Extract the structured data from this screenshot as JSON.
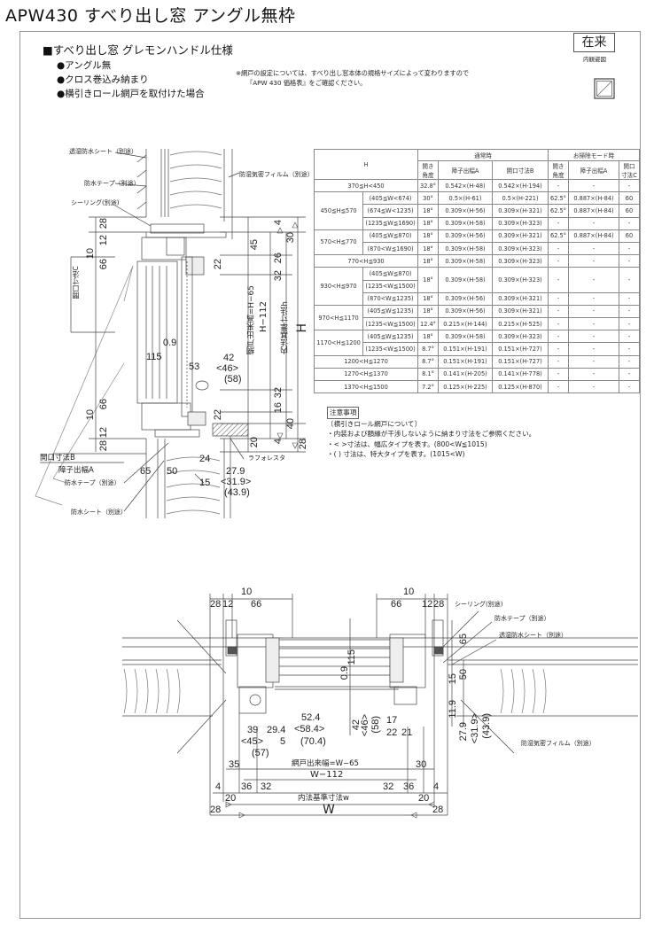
{
  "header": {
    "title": "APW430 すべり出し窓 アングル無枠",
    "subtitle": "■すべり出し窓 グレモンハンドル仕様",
    "bullets": [
      "●アングル無",
      "●クロス巻込み納まり",
      "●横引きロール網戸を取付けた場合"
    ],
    "note_line1": "※網戸の設定については、すべり出し窓本体の規格サイズによって変わりますので",
    "note_line2": "『APW 430 価格表』をご確認ください。",
    "badge": "在来",
    "view_label": "内観姿図"
  },
  "spec_table": {
    "h_header": "H",
    "group_normal": "通常時",
    "group_cleaning": "お掃除モード時",
    "col_angle": "開き角度",
    "col_sash_a": "障子出幅A",
    "col_open_b": "開口寸法B",
    "col_angle2": "開き角度",
    "col_sash_a2": "障子出幅A",
    "col_open_c": "開口寸法C",
    "rows": [
      {
        "h": "370≦H<450",
        "w": "",
        "angle": "32.8°",
        "a": "0.542×(H-48)",
        "b": "0.542×(H-194)",
        "angle2": "-",
        "a2": "-",
        "c": "-"
      },
      {
        "h": "450≦H≦570",
        "w": "(405≦W<674)",
        "angle": "30°",
        "a": "0.5×(H-61)",
        "b": "0.5×(H-221)",
        "angle2": "62.5°",
        "a2": "0.887×(H-84)",
        "c": "60"
      },
      {
        "h": "",
        "w": "(674≦W<1235)",
        "angle": "18°",
        "a": "0.309×(H-56)",
        "b": "0.309×(H-321)",
        "angle2": "62.5°",
        "a2": "0.887×(H-84)",
        "c": "60"
      },
      {
        "h": "",
        "w": "(1235≦W≦1690)",
        "angle": "18°",
        "a": "0.309×(H-58)",
        "b": "0.309×(H-323)",
        "angle2": "-",
        "a2": "-",
        "c": "-"
      },
      {
        "h": "570<H≦770",
        "w": "(405≦W≦870)",
        "angle": "18°",
        "a": "0.309×(H-56)",
        "b": "0.309×(H-321)",
        "angle2": "62.5°",
        "a2": "0.887×(H-84)",
        "c": "60"
      },
      {
        "h": "",
        "w": "(870<W≦1690)",
        "angle": "18°",
        "a": "0.309×(H-58)",
        "b": "0.309×(H-323)",
        "angle2": "-",
        "a2": "-",
        "c": "-"
      },
      {
        "h": "770<H≦930",
        "w": "",
        "angle": "18°",
        "a": "0.309×(H-58)",
        "b": "0.309×(H-323)",
        "angle2": "-",
        "a2": "-",
        "c": "-"
      },
      {
        "h": "930<H≦970",
        "w": "(405≦W≦870)",
        "angle": "18°",
        "a": "0.309×(H-58)",
        "b": "0.309×(H-323)",
        "angle2": "-",
        "a2": "-",
        "c": "-"
      },
      {
        "h": "",
        "w": "(1235<W≦1500)",
        "angle": "",
        "a": "",
        "b": "",
        "angle2": "",
        "a2": "",
        "c": ""
      },
      {
        "h": "",
        "w": "(870<W≦1235)",
        "angle": "18°",
        "a": "0.309×(H-56)",
        "b": "0.309×(H-321)",
        "angle2": "-",
        "a2": "-",
        "c": "-"
      },
      {
        "h": "970<H≦1170",
        "w": "(405≦W≦1235)",
        "angle": "18°",
        "a": "0.309×(H-56)",
        "b": "0.309×(H-321)",
        "angle2": "-",
        "a2": "-",
        "c": "-"
      },
      {
        "h": "",
        "w": "(1235<W≦1500)",
        "angle": "12.4°",
        "a": "0.215×(H-144)",
        "b": "0.215×(H-525)",
        "angle2": "-",
        "a2": "-",
        "c": "-"
      },
      {
        "h": "1170<H≦1200",
        "w": "(405≦W≦1235)",
        "angle": "18°",
        "a": "0.309×(H-58)",
        "b": "0.309×(H-323)",
        "angle2": "-",
        "a2": "-",
        "c": "-"
      },
      {
        "h": "",
        "w": "(1235<W≦1500)",
        "angle": "8.7°",
        "a": "0.151×(H-191)",
        "b": "0.151×(H-727)",
        "angle2": "-",
        "a2": "-",
        "c": "-"
      },
      {
        "h": "1200<H≦1270",
        "w": "",
        "angle": "8.7°",
        "a": "0.151×(H-191)",
        "b": "0.151×(H-727)",
        "angle2": "-",
        "a2": "-",
        "c": "-"
      },
      {
        "h": "1270<H≦1370",
        "w": "",
        "angle": "8.1°",
        "a": "0.141×(H-205)",
        "b": "0.141×(H-778)",
        "angle2": "-",
        "a2": "-",
        "c": "-"
      },
      {
        "h": "1370<H≦1500",
        "w": "",
        "angle": "7.2°",
        "a": "0.125×(H-225)",
        "b": "0.125×(H-870)",
        "angle2": "-",
        "a2": "-",
        "c": "-"
      }
    ]
  },
  "notes": {
    "heading": "注意事項",
    "sub": "〔横引きロール網戸について〕",
    "items": [
      "・内装および額縁が干渉しないように納まり寸法をご参照ください。",
      "・< >寸法は、幅広タイプを表す。(800<W≦1015)",
      "・( ) 寸法は、特大タイプを表す。(1015<W)"
    ]
  },
  "section_labels": {
    "moisture_sheet": "透湿防水シート（別途）",
    "waterproof_tape": "防水テープ（別途）",
    "sealing": "シーリング(別途)",
    "vapor_film": "防湿気密フィルム（別途）",
    "opening_c": "開口寸法C",
    "opening_b": "開口寸法B",
    "sash_a": "障子出幅A",
    "waterproof_tape2": "防水テープ（別途）",
    "waterproof_sheet": "防水シート（別途）",
    "lath": "ラフォレスタ",
    "screen_h": "網戸出来高=H−65",
    "h112": "H−112",
    "inner_h": "内法基準寸法h",
    "H": "H"
  },
  "vertical_dims": {
    "d28a": "28",
    "d12a": "12",
    "d10a": "10",
    "d66a": "66",
    "d4a": "4",
    "d30": "30",
    "d45": "45",
    "d26": "26",
    "d22a": "22",
    "d32a": "32",
    "d09": "0.9",
    "d115": "115",
    "d53": "53",
    "d42": "42",
    "d46": "<46>",
    "d58": "(58)",
    "d32b": "32",
    "d16": "16",
    "d40": "40",
    "d22b": "22",
    "d66b": "66",
    "d10b": "10",
    "d12b": "12",
    "d28b": "28",
    "d20": "20",
    "d4b": "4",
    "d28c": "28",
    "d24": "24",
    "d65": "65",
    "d50": "50",
    "d15": "15",
    "d279": "27.9",
    "d319": "<31.9>",
    "d439": "(43.9)"
  },
  "plan_labels": {
    "sealing": "シーリング(別途)",
    "waterproof_tape": "防水テープ（別途）",
    "moisture_sheet": "透湿防水シート（別途）",
    "vapor_film": "防湿気密フィルム（別途）",
    "screen_w": "網戸出来幅=W−65",
    "w112": "W−112",
    "inner_w": "内法基準寸法w",
    "W": "W"
  },
  "plan_dims": {
    "l10": "10",
    "l28": "28",
    "l12": "12",
    "l66": "66",
    "r10": "10",
    "r66": "66",
    "r12": "12",
    "r28": "28",
    "d65": "65",
    "d115": "115",
    "d09": "0.9",
    "d50": "50",
    "d15": "15",
    "d119": "11.9",
    "d279": "27.9",
    "d319": "<31.9>",
    "d439": "(43.9)",
    "d524": "52.4",
    "d584": "<58.4>",
    "d704": "(70.4)",
    "d39": "39",
    "d45": "<45>",
    "d57": "(57)",
    "d294": "29.4",
    "d5": "5",
    "d42": "42",
    "d46": "<46>",
    "d58": "(58)",
    "d17": "17",
    "d22": "22",
    "d21": "21",
    "d35": "35",
    "d30": "30",
    "b4l": "4",
    "b36l": "36",
    "b32l": "32",
    "b32r": "32",
    "b36r": "36",
    "b4r": "4",
    "b20l": "20",
    "b20r": "20",
    "b28l": "28",
    "b28r": "28"
  }
}
